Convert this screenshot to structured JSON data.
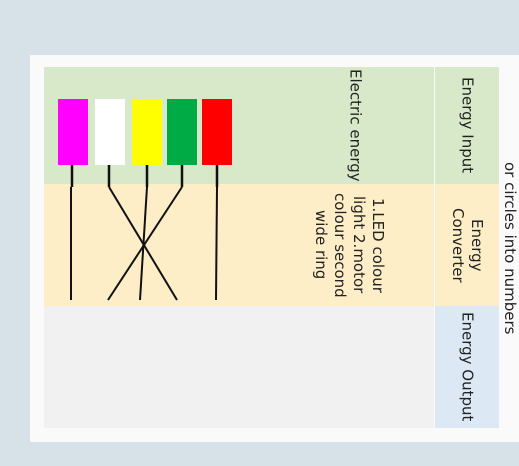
{
  "caption": "The energy converter converts the colours of LEDs or circles into numbers",
  "headers": {
    "input": "Energy Input",
    "converter": "Energy Converter",
    "output": "Energy Output"
  },
  "input_text": "Electric energy",
  "converter_text": "1.LED colour light 2.motor colour second wide ring",
  "led_colors": [
    "#ff00ff",
    "#ffffff",
    "#ffff00",
    "#00aa44",
    "#ff0000"
  ]
}
